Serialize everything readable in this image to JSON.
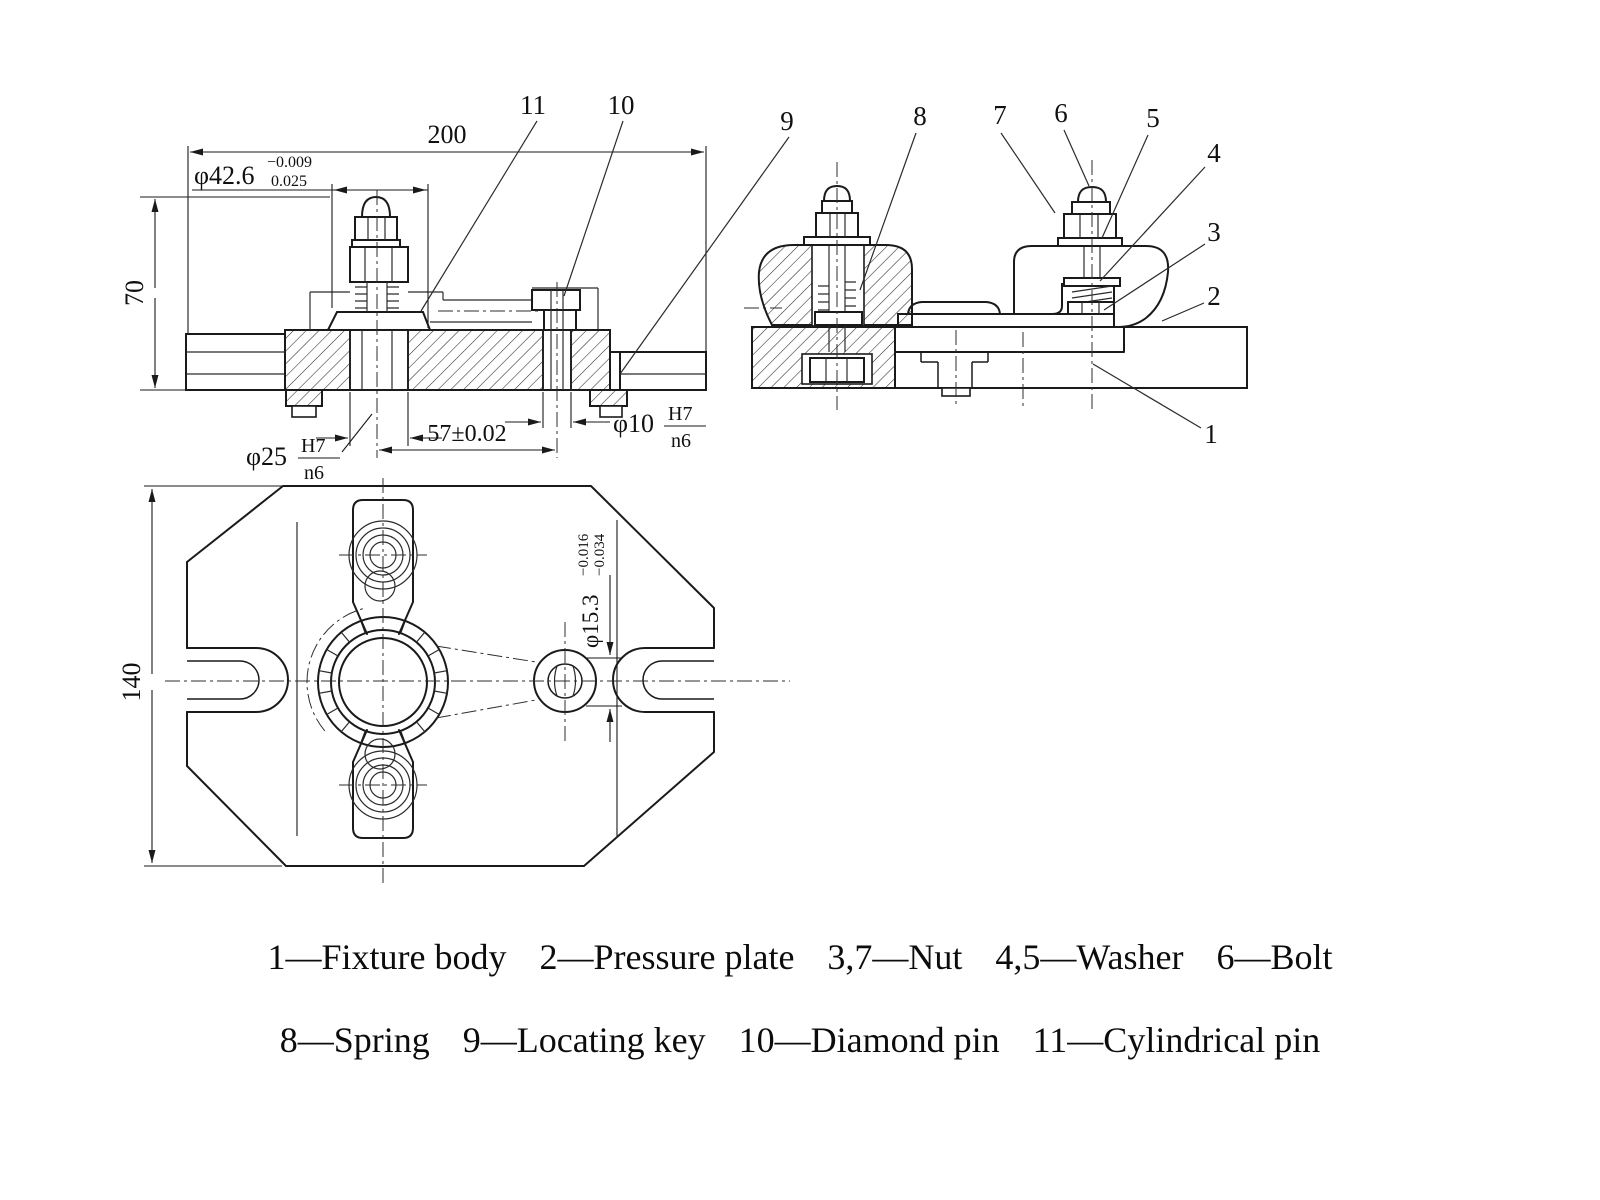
{
  "front_view": {
    "dims": {
      "width_total": "200",
      "boss_dia": "φ42.6",
      "boss_dia_sup": "−0.009",
      "boss_dia_sub": "0.025",
      "height_total": "70",
      "left_hole_dia": "φ25",
      "left_hole_fit_upper": "H7",
      "left_hole_fit_lower": "n6",
      "pin_spacing": "57±0.02",
      "right_hole_dia": "φ10",
      "right_hole_fit_upper": "H7",
      "right_hole_fit_lower": "n6"
    },
    "callouts": {
      "c11": "11",
      "c10": "10",
      "c9": "9"
    }
  },
  "side_view": {
    "callouts": {
      "c8": "8",
      "c7": "7",
      "c6": "6",
      "c5": "5",
      "c4": "4",
      "c3": "3",
      "c2": "2",
      "c1": "1"
    }
  },
  "plan_view": {
    "dims": {
      "plate_height": "140",
      "pin_dia": "φ15.3",
      "pin_dia_sup": "−0.016",
      "pin_dia_sub": "−0.034"
    }
  },
  "legend": {
    "line1": [
      "1—Fixture body",
      "2—Pressure plate",
      "3,7—Nut",
      "4,5—Washer",
      "6—Bolt"
    ],
    "line2": [
      "8—Spring",
      "9—Locating key",
      "10—Diamond pin",
      "11—Cylindrical pin"
    ]
  }
}
